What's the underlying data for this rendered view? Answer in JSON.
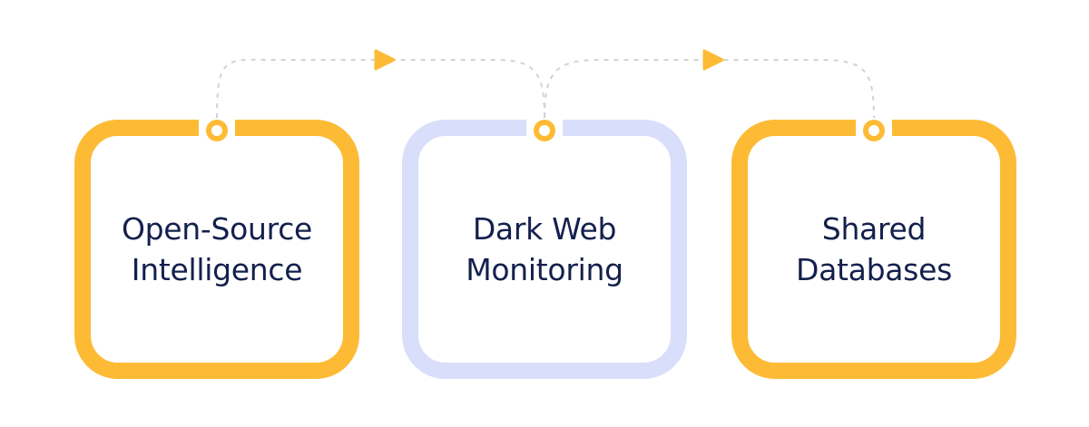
{
  "diagram": {
    "steps": [
      {
        "id": "osint",
        "lines": [
          "Open-Source",
          "Intelligence"
        ],
        "style": "gold"
      },
      {
        "id": "darkweb",
        "lines": [
          "Dark Web",
          "Monitoring"
        ],
        "style": "lilac"
      },
      {
        "id": "shared",
        "lines": [
          "Shared",
          "Databases"
        ],
        "style": "gold"
      }
    ],
    "flow": [
      {
        "from": "osint",
        "to": "darkweb"
      },
      {
        "from": "darkweb",
        "to": "shared"
      }
    ],
    "colors": {
      "gold_border": "#fdbb35",
      "lilac_border": "#d9defb",
      "node": "#fdbb35",
      "arrow": "#fdbb35",
      "connector": "#cfd3dc",
      "text": "#14204d"
    },
    "icons": [
      "connector-node-icon",
      "arrowhead-icon"
    ]
  }
}
